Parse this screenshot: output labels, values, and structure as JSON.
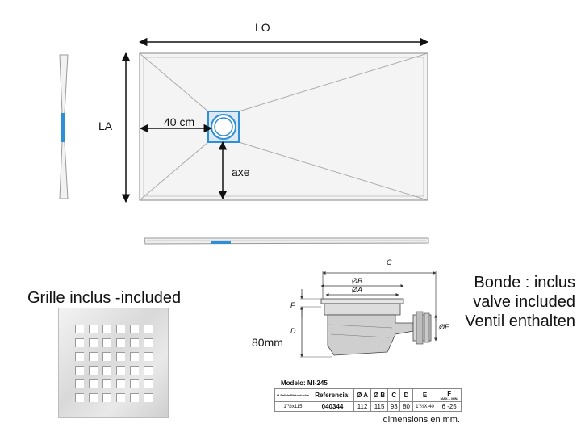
{
  "tray": {
    "length_label": "LO",
    "width_label": "LA",
    "distance_label": "40 cm",
    "axis_label": "axe"
  },
  "grille": {
    "title": "Grille inclus  -included",
    "rows": 6,
    "cols": 6
  },
  "drain": {
    "caption_lines": [
      "Bonde : inclus",
      "valve included",
      "Ventil enthalten"
    ],
    "height_label": "80mm",
    "dim_labels": {
      "c": "C",
      "b": "ØB",
      "a": "ØA",
      "f": "F",
      "d": "D",
      "e": "ØE"
    }
  },
  "table": {
    "model": "Modelo: MI-245",
    "headers": [
      "Ø Salida Plato ducha",
      "Referencia:",
      "Ø A",
      "Ø B",
      "C",
      "D",
      "E",
      "F"
    ],
    "f_sub": "MAX. - MIN.",
    "row": [
      "1\"½x115",
      "040344",
      "112",
      "115",
      "93",
      "80",
      "1\"½X 40",
      "6 -25"
    ],
    "footer": "dimensions en mm."
  },
  "colors": {
    "accent_blue": "#2f8fd6",
    "line": "#888888",
    "arrow": "#111111"
  }
}
